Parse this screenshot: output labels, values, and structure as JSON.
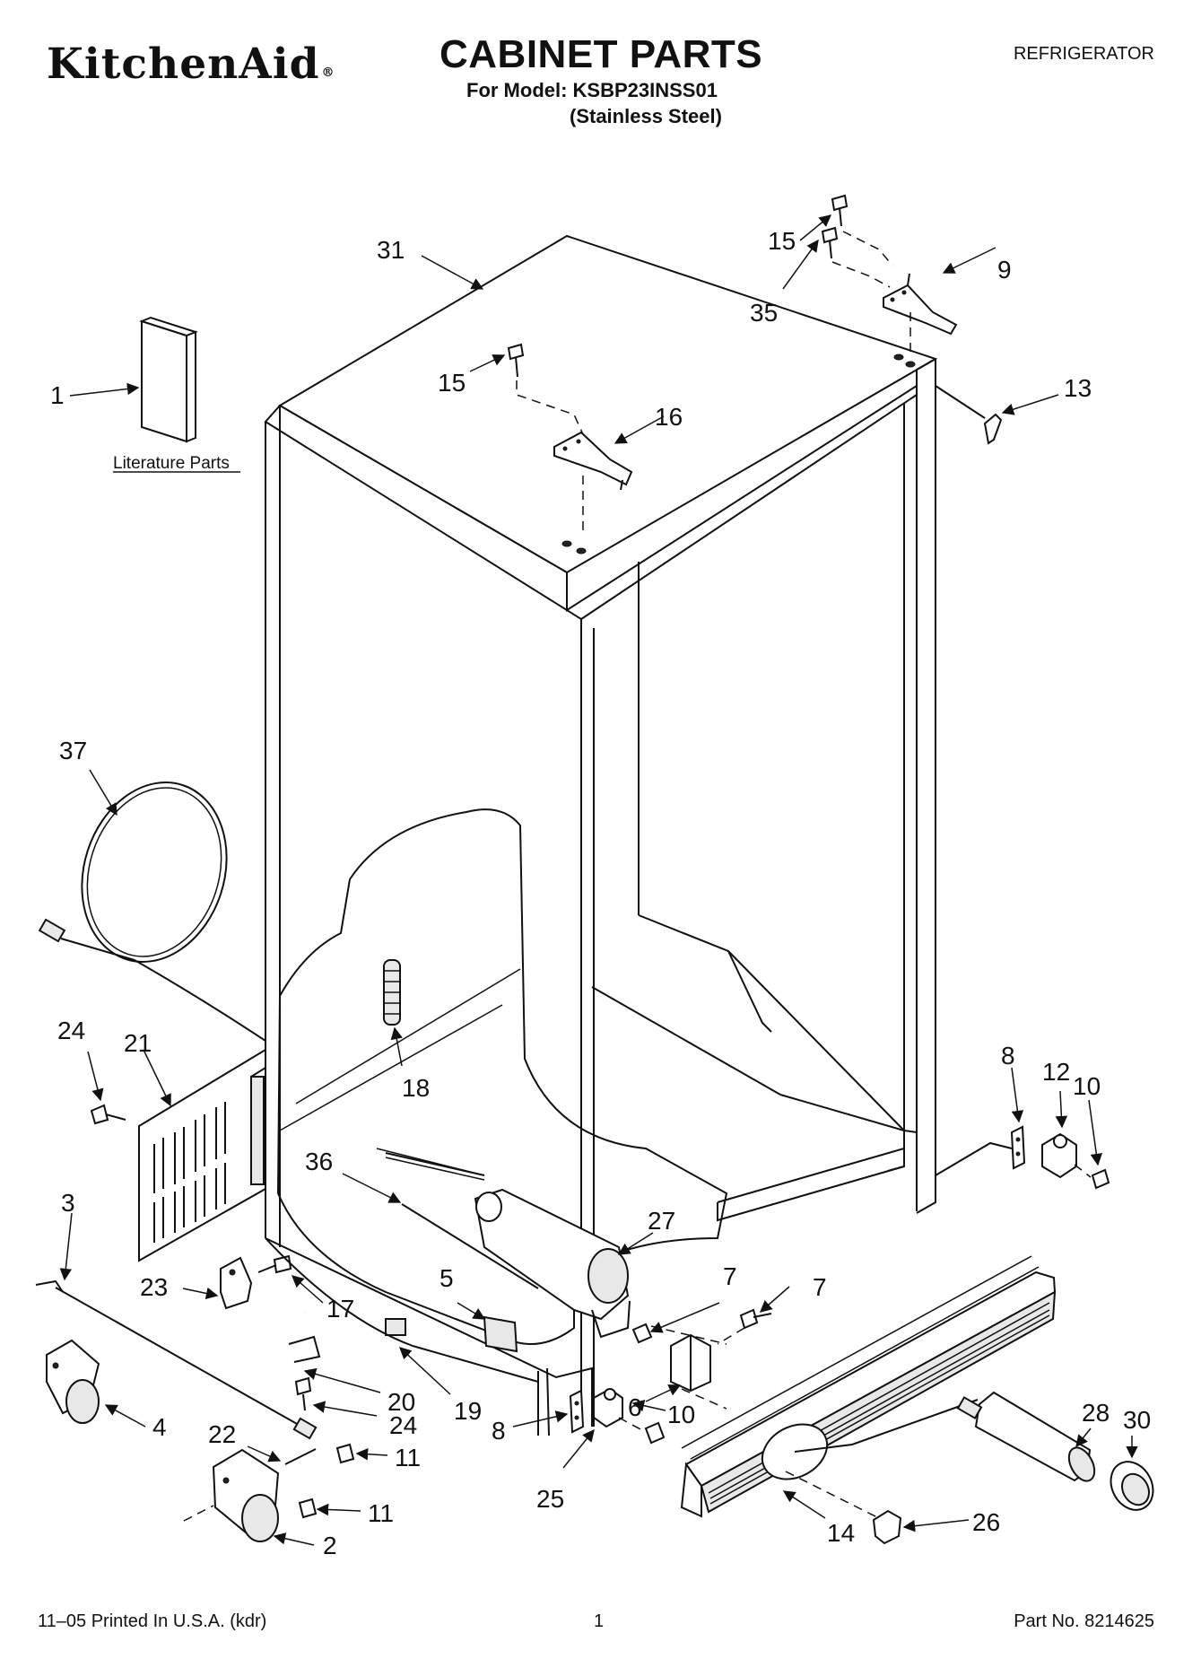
{
  "header": {
    "brand": "KitchenAid",
    "title": "CABINET PARTS",
    "model_line": "For Model: KSBP23INSS01",
    "variant_line": "(Stainless Steel)",
    "category": "REFRIGERATOR"
  },
  "literature_label": "Literature Parts",
  "callouts": [
    {
      "id": "c31",
      "text": "31"
    },
    {
      "id": "c15a",
      "text": "15"
    },
    {
      "id": "c35",
      "text": "35"
    },
    {
      "id": "c9",
      "text": "9"
    },
    {
      "id": "c1",
      "text": "1"
    },
    {
      "id": "c15b",
      "text": "15"
    },
    {
      "id": "c16",
      "text": "16"
    },
    {
      "id": "c13",
      "text": "13"
    },
    {
      "id": "c37",
      "text": "37"
    },
    {
      "id": "c24a",
      "text": "24"
    },
    {
      "id": "c21",
      "text": "21"
    },
    {
      "id": "c18",
      "text": "18"
    },
    {
      "id": "c8a",
      "text": "8"
    },
    {
      "id": "c12",
      "text": "12"
    },
    {
      "id": "c10a",
      "text": "10"
    },
    {
      "id": "c36",
      "text": "36"
    },
    {
      "id": "c3",
      "text": "3"
    },
    {
      "id": "c27",
      "text": "27"
    },
    {
      "id": "c23",
      "text": "23"
    },
    {
      "id": "c17",
      "text": "17"
    },
    {
      "id": "c5",
      "text": "5"
    },
    {
      "id": "c7a",
      "text": "7"
    },
    {
      "id": "c7b",
      "text": "7"
    },
    {
      "id": "c20",
      "text": "20"
    },
    {
      "id": "c19",
      "text": "19"
    },
    {
      "id": "c24b",
      "text": "24"
    },
    {
      "id": "c4",
      "text": "4"
    },
    {
      "id": "c8b",
      "text": "8"
    },
    {
      "id": "c6",
      "text": "6"
    },
    {
      "id": "c10b",
      "text": "10"
    },
    {
      "id": "c28",
      "text": "28"
    },
    {
      "id": "c30",
      "text": "30"
    },
    {
      "id": "c22",
      "text": "22"
    },
    {
      "id": "c11a",
      "text": "11"
    },
    {
      "id": "c25",
      "text": "25"
    },
    {
      "id": "c11b",
      "text": "11"
    },
    {
      "id": "c26",
      "text": "26"
    },
    {
      "id": "c14",
      "text": "14"
    },
    {
      "id": "c2",
      "text": "2"
    }
  ],
  "footer": {
    "printed": "11–05 Printed In U.S.A. (kdr)",
    "page": "1",
    "part_no": "Part No. 8214625"
  }
}
